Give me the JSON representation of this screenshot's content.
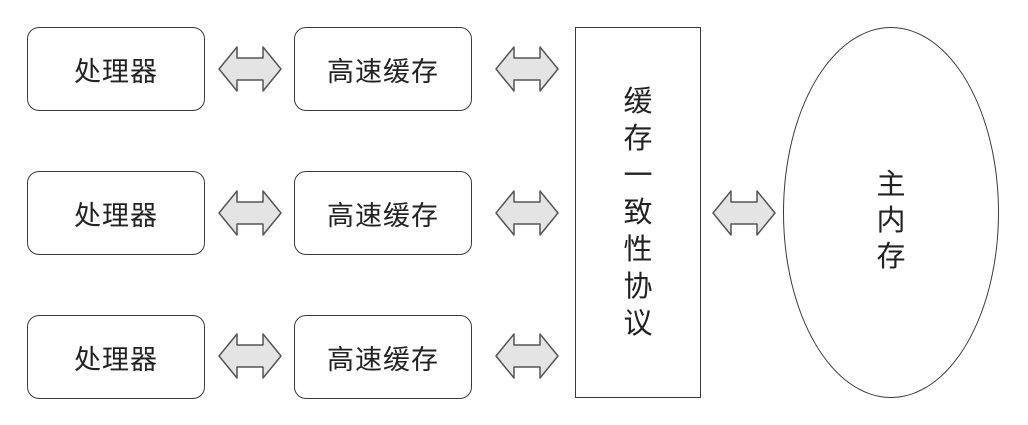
{
  "processors": [
    {
      "label": "处理器"
    },
    {
      "label": "处理器"
    },
    {
      "label": "处理器"
    }
  ],
  "caches": [
    {
      "label": "高速缓存"
    },
    {
      "label": "高速缓存"
    },
    {
      "label": "高速缓存"
    }
  ],
  "protocol": {
    "label": "缓存一致性协议"
  },
  "memory": {
    "label": "主内存"
  },
  "colors": {
    "arrow_fill": "#e4e4e4",
    "arrow_stroke": "#555555",
    "border": "#3a3a3a",
    "text": "#222222"
  },
  "icons": {
    "arrow": "double-arrow-icon"
  }
}
